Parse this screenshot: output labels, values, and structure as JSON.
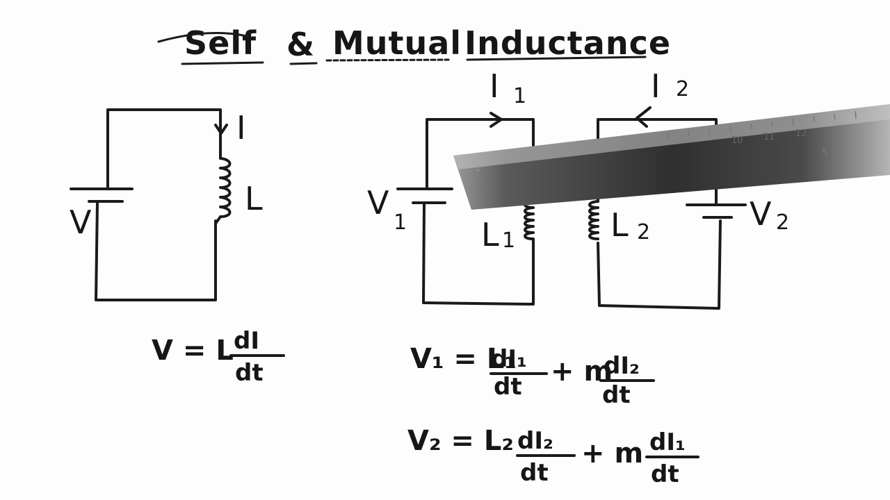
{
  "title": {
    "word1": "Self",
    "amp": "&",
    "word2": "Mutual",
    "word3": "Inductance"
  },
  "self_circuit": {
    "current_label": "I",
    "voltage_label": "V",
    "inductor_label": "L"
  },
  "mutual_circuit": {
    "current1_label": "I",
    "current1_sub": "1",
    "current2_label": "I",
    "current2_sub": "2",
    "voltage1_label": "V",
    "voltage1_sub": "1",
    "voltage2_label": "V",
    "voltage2_sub": "2",
    "inductor1_label": "L",
    "inductor1_sub": "1",
    "inductor2_label": "L",
    "inductor2_sub": "2"
  },
  "equations": {
    "self": {
      "lhs": "V = L",
      "num": "dI",
      "den": "dt"
    },
    "mutual1": {
      "lhs": "V₁ = L₁",
      "num1": "dI₁",
      "den1": "dt",
      "mid": "+ m",
      "num2": "dI₂",
      "den2": "dt"
    },
    "mutual2": {
      "lhs": "V₂ = L₂",
      "num1": "dI₂",
      "den1": "dt",
      "mid": "+ m",
      "num2": "dI₁",
      "den2": "dt"
    }
  },
  "ruler": {
    "marks": [
      "10",
      "11",
      "12",
      "5",
      "1"
    ]
  },
  "colors": {
    "ink": "#161616",
    "paper": "#fdfdfd",
    "ruler_dark": "#3a3a3a",
    "ruler_light": "#a8a8a8"
  }
}
